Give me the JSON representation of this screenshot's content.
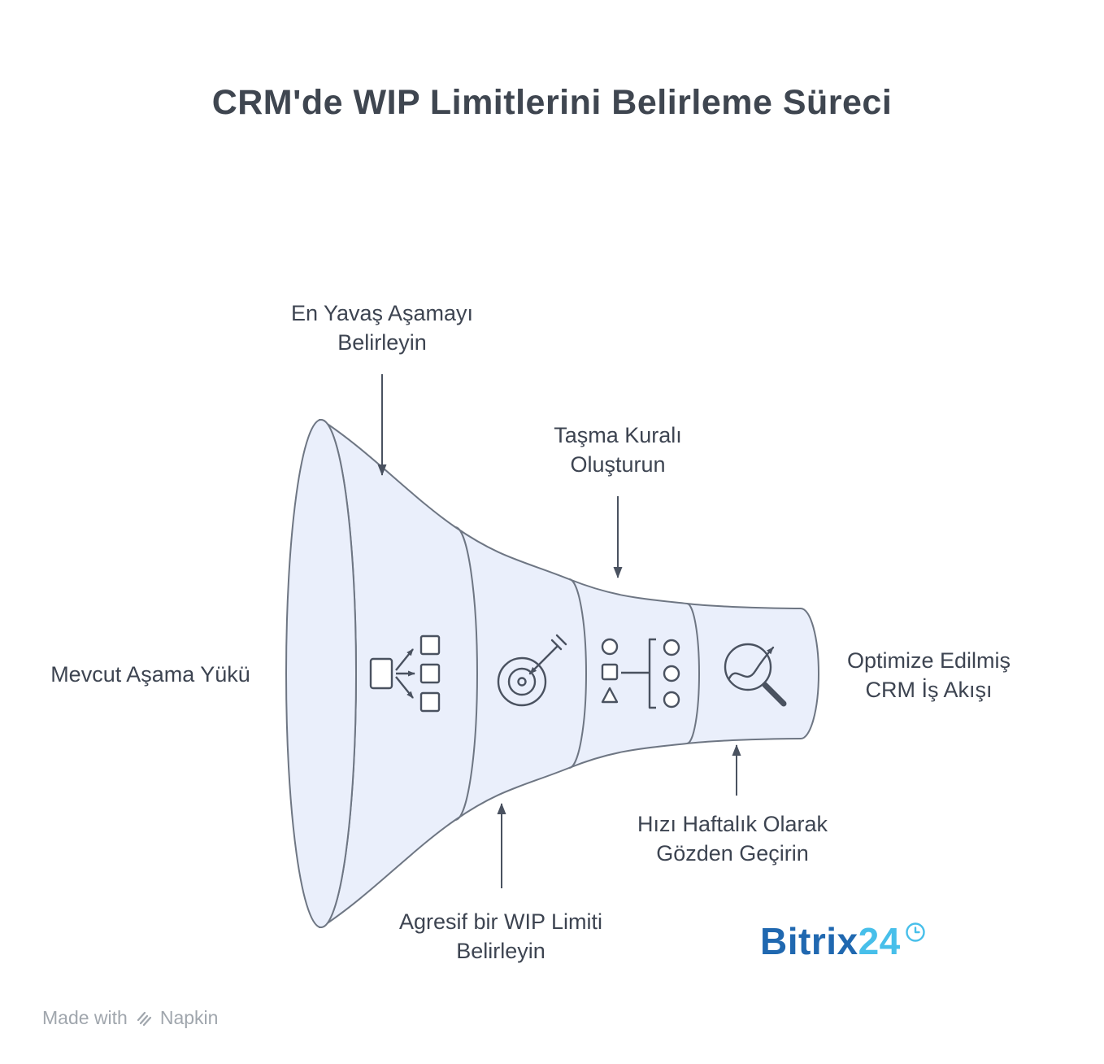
{
  "title": "CRM'de WIP Limitlerini Belirleme Süreci",
  "labels": {
    "slowest_stage": "En Yavaş Aşamayı\nBelirleyin",
    "overflow_rule": "Taşma Kuralı\nOluşturun",
    "current_load": "Mevcut Aşama Yükü",
    "optimized_output": "Optimize Edilmiş\nCRM İş Akışı",
    "wip_limit": "Agresif bir WIP Limiti\nBelirleyin",
    "weekly_review": "Hızı Haftalık Olarak\nGözden Geçirin"
  },
  "branding": {
    "logo_bitrix": "Bitrix",
    "logo_24": "24",
    "made_with": "Made with",
    "napkin": "Napkin"
  },
  "colors": {
    "funnel_fill": "#EAEFFB",
    "funnel_stroke": "#6E7683",
    "icon_stroke": "#4A5260",
    "arrow": "#4A5260",
    "text": "#3D4451",
    "bitrix_blue": "#2068B0",
    "bitrix_cyan": "#47BFEA",
    "footer_gray": "#A0A6AD"
  }
}
